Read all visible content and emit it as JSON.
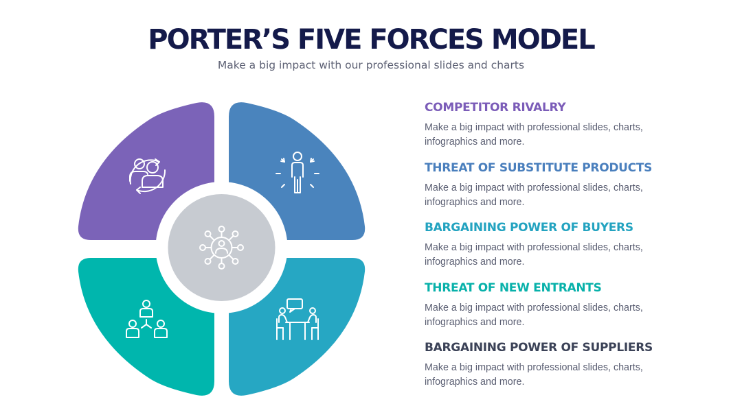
{
  "header": {
    "title": "PORTER’S FIVE FORCES MODEL",
    "subtitle": "Make a big impact with our professional slides and charts"
  },
  "diagram": {
    "quadrants": [
      {
        "id": "top-left",
        "color": "#7b63b8",
        "icon": "user-group-cycle-icon"
      },
      {
        "id": "top-right",
        "color": "#4a84bd",
        "icon": "person-radiating-icon"
      },
      {
        "id": "bottom-left",
        "color": "#00b6ad",
        "icon": "team-hierarchy-icon"
      },
      {
        "id": "bottom-right",
        "color": "#26a7c3",
        "icon": "meeting-table-icon"
      }
    ],
    "center": {
      "color": "#c7cbd1",
      "icon": "network-hub-icon"
    }
  },
  "forces": [
    {
      "title": "COMPETITOR RIVALRY",
      "color": "#7b5cb8",
      "description": "Make a big impact with professional slides, charts, infographics and more."
    },
    {
      "title": "THREAT OF SUBSTITUTE PRODUCTS",
      "color": "#4a7fbd",
      "description": "Make a big impact with professional slides, charts, infographics and more."
    },
    {
      "title": "BARGAINING POWER OF BUYERS",
      "color": "#23a3c0",
      "description": "Make a big impact with professional slides, charts, infographics and more."
    },
    {
      "title": "THREAT OF NEW ENTRANTS",
      "color": "#08b1aa",
      "description": "Make a big impact with professional slides, charts, infographics and more."
    },
    {
      "title": "BARGAINING POWER OF SUPPLIERS",
      "color": "#3b4257",
      "description": "Make a big impact with professional slides, charts, infographics and more."
    }
  ]
}
